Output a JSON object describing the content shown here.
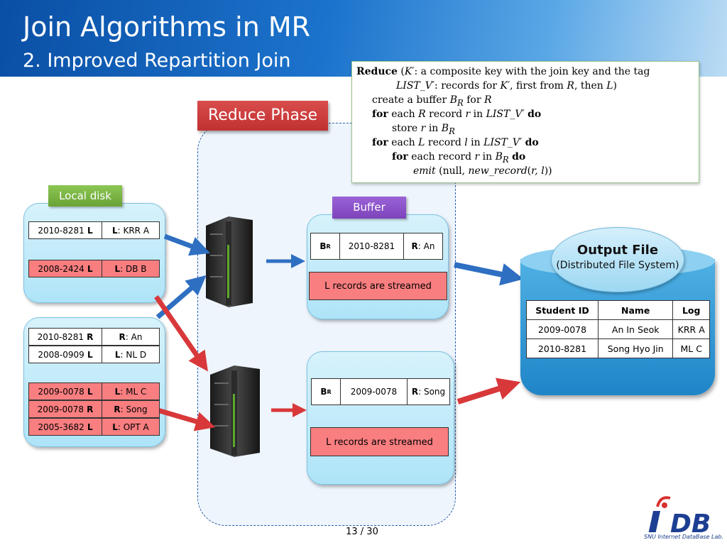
{
  "title": "Join Algorithms in MR",
  "subtitle": "2. Improved Repartition Join",
  "phase_label": "Reduce  Phase",
  "code": {
    "lines": [
      "Reduce (K′: a composite key with the join key and the tag",
      "LIST_V′: records for K′, first from R, then L)",
      "create a buffer B_R for R",
      "for each R record r in LIST_V′ do",
      "store r in B_R",
      "for each L record l in LIST_V′ do",
      "for each record r in B_R do",
      "emit (null, new_record(r, l))"
    ]
  },
  "local_disk": {
    "label": "Local disk",
    "group1": [
      {
        "key": "2010-8281",
        "tag": "L",
        "vtag": "L",
        "value": ": KRR A",
        "color": "white"
      },
      {
        "key": "2008-2424",
        "tag": "L",
        "vtag": "L",
        "value": ": DB B",
        "color": "pink"
      }
    ],
    "group2": [
      {
        "key": "2010-8281",
        "tag": "R",
        "vtag": "R",
        "value": ": An",
        "color": "white"
      },
      {
        "key": "2008-0909",
        "tag": "L",
        "vtag": "L",
        "value": ": NL D",
        "color": "white"
      },
      {
        "key": "2009-0078",
        "tag": "L",
        "vtag": "L",
        "value": ": ML C",
        "color": "pink"
      },
      {
        "key": "2009-0078",
        "tag": "R",
        "vtag": "R",
        "value": ": Song",
        "color": "pink"
      },
      {
        "key": "2005-3682",
        "tag": "L",
        "vtag": "L",
        "value": ": OPT A",
        "color": "pink"
      }
    ]
  },
  "buffer": {
    "label": "Buffer",
    "top": {
      "br": "B",
      "br_sub": "R",
      "key": "2010-8281",
      "vtag": "R",
      "value": ": An",
      "stream": "L records are streamed"
    },
    "bottom": {
      "br": "B",
      "br_sub": "R",
      "key": "2009-0078",
      "vtag": "R",
      "value": ": Song",
      "stream": "L records are streamed"
    }
  },
  "output": {
    "title": "Output File",
    "subtitle": "(Distributed File System)",
    "headers": [
      "Student ID",
      "Name",
      "Log"
    ],
    "rows": [
      [
        "2009-0078",
        "An In Seok",
        "KRR A"
      ],
      [
        "2010-8281",
        "Song Hyo Jin",
        "ML C"
      ]
    ]
  },
  "page_number": "13 / 30",
  "logo": {
    "mark": "DB",
    "caption": "SNU Internet DataBase Lab."
  },
  "colors": {
    "header_blue": "#1c73cc",
    "pink": "#f97e80",
    "phase_red": "#c83a3a",
    "buffer_purple": "#8a4fc7",
    "disk_green": "#7cb342",
    "arrow_blue": "#2f6fc2",
    "arrow_red": "#d8383a"
  }
}
